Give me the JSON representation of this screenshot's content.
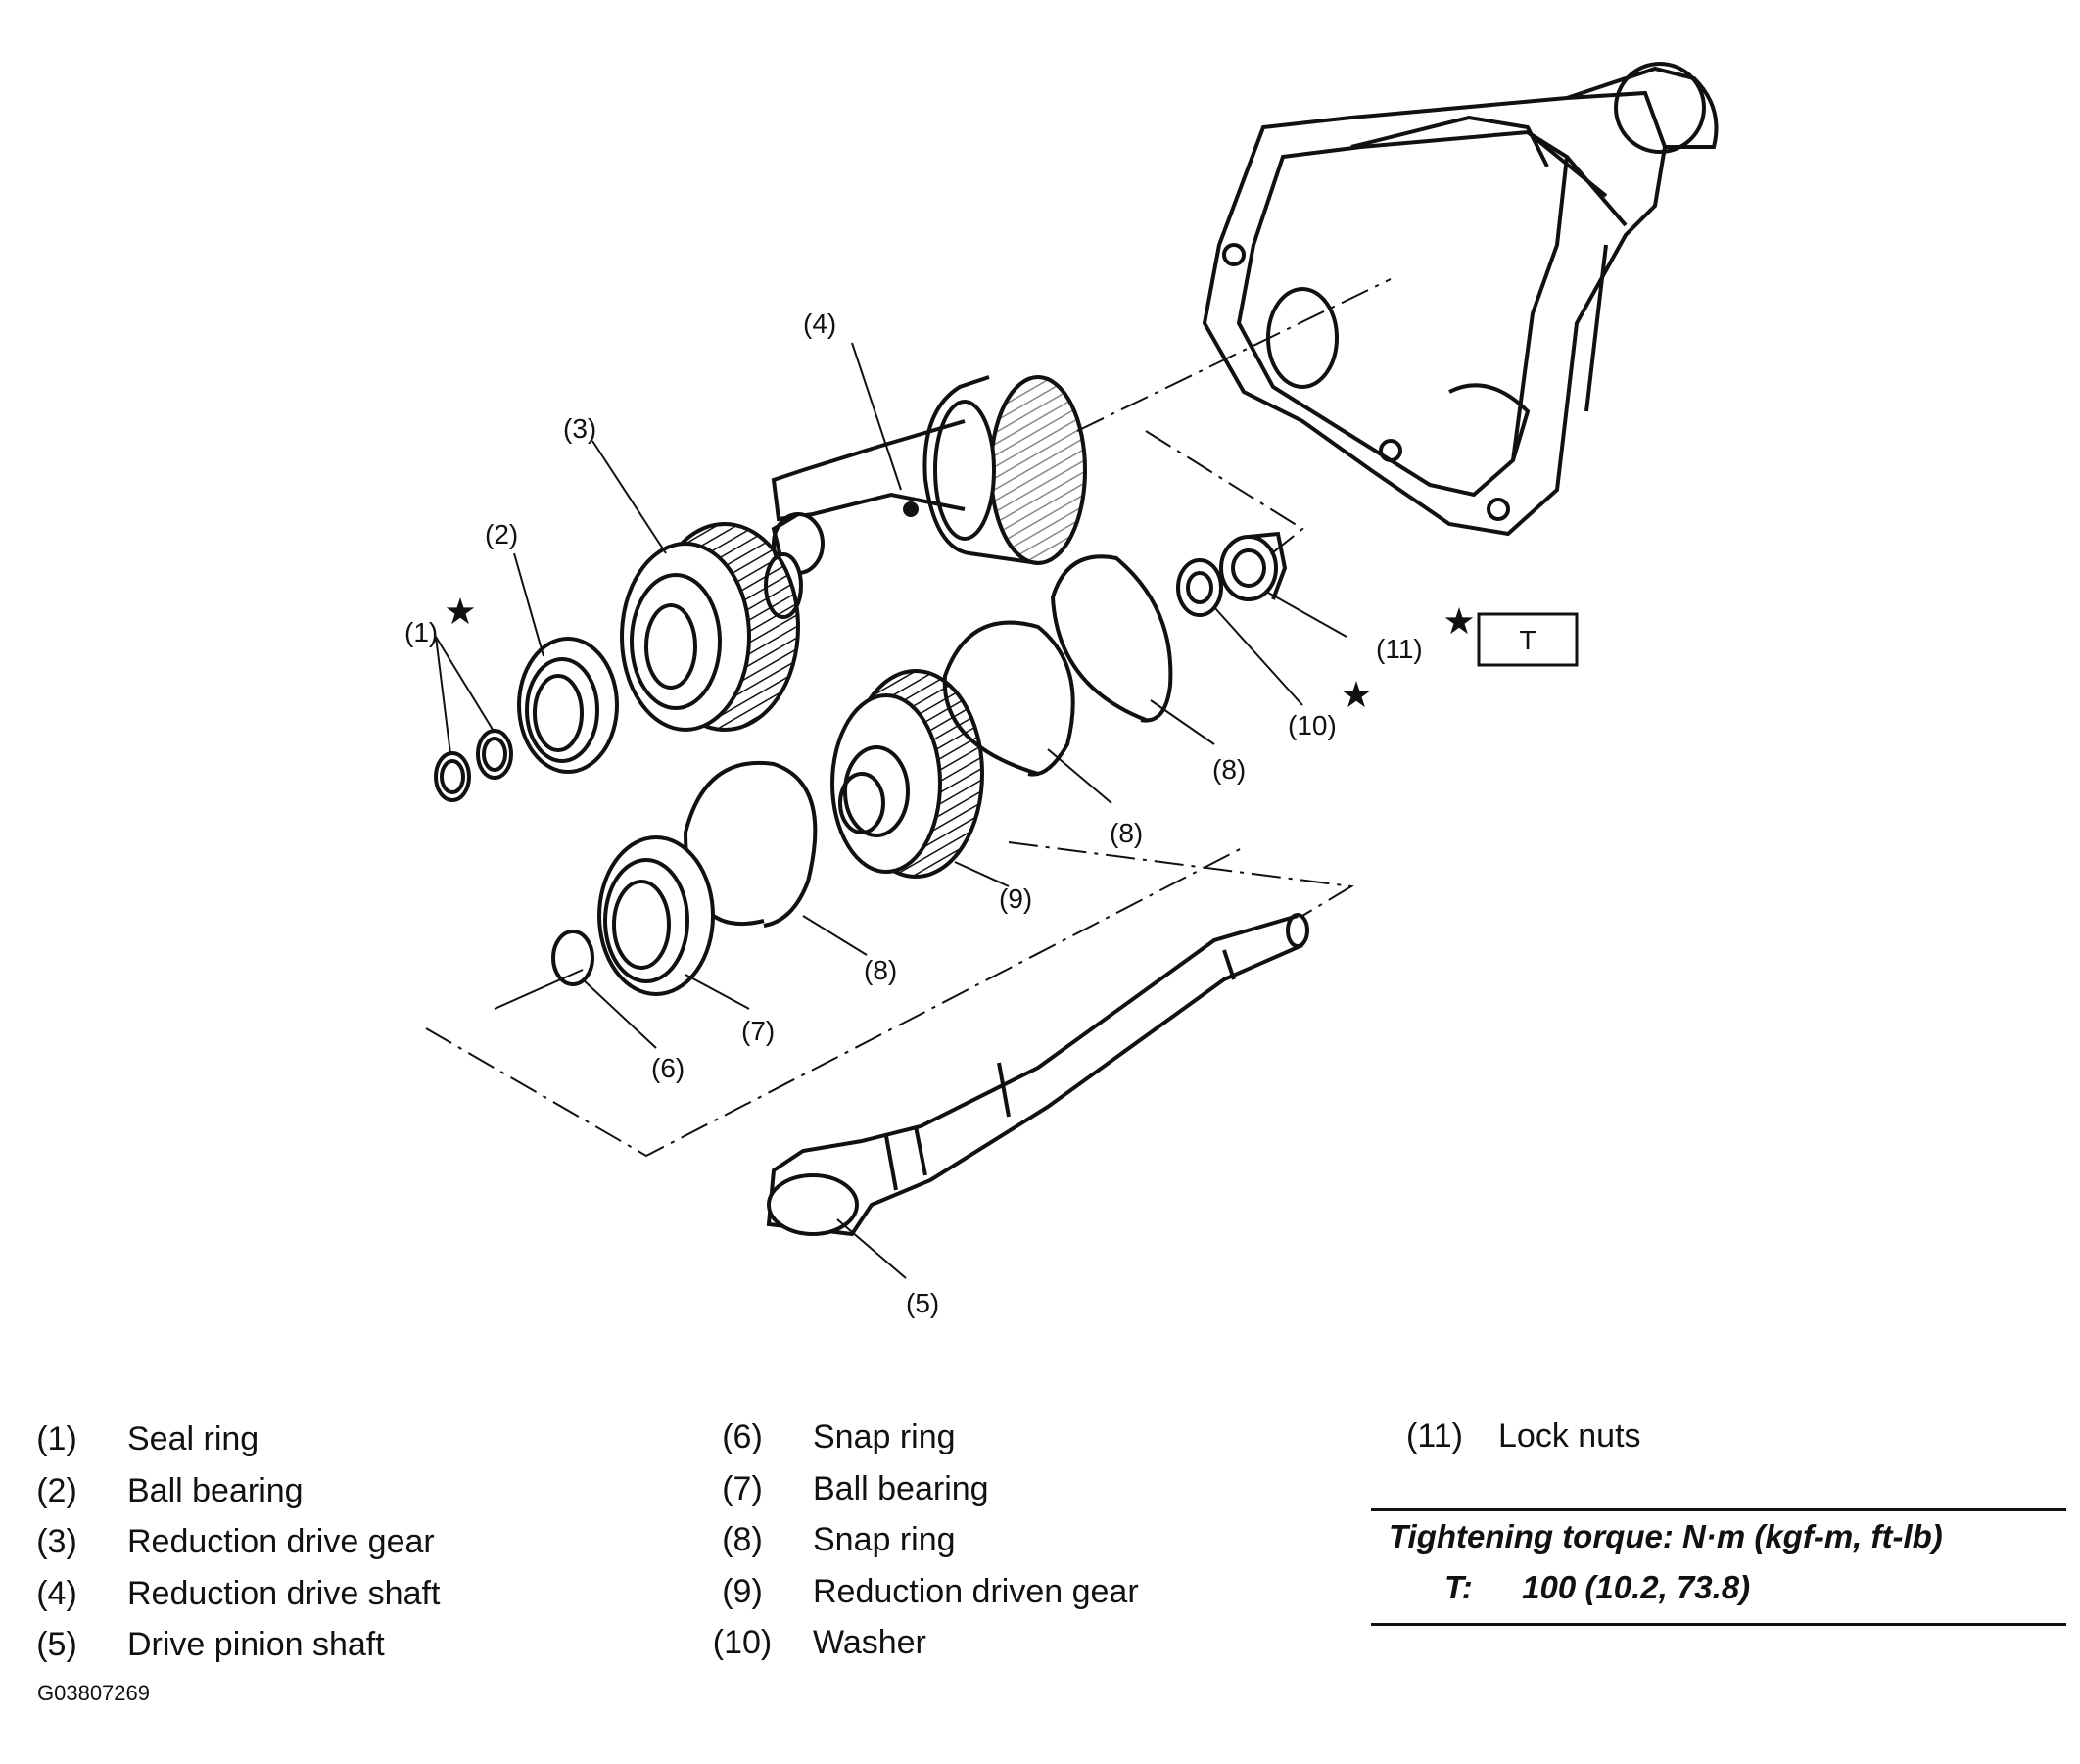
{
  "callouts": {
    "c1": "(1)",
    "c2": "(2)",
    "c3": "(3)",
    "c4": "(4)",
    "c5": "(5)",
    "c6": "(6)",
    "c7": "(7)",
    "c8a": "(8)",
    "c8b": "(8)",
    "c8c": "(8)",
    "c9": "(9)",
    "c10": "(10)",
    "c11": "(11)"
  },
  "torque_marker": "T",
  "legend": [
    {
      "num": "(1)",
      "label": "Seal ring"
    },
    {
      "num": "(2)",
      "label": "Ball bearing"
    },
    {
      "num": "(3)",
      "label": "Reduction drive gear"
    },
    {
      "num": "(4)",
      "label": "Reduction drive shaft"
    },
    {
      "num": "(5)",
      "label": "Drive pinion shaft"
    },
    {
      "num": "(6)",
      "label": "Snap ring"
    },
    {
      "num": "(7)",
      "label": "Ball bearing"
    },
    {
      "num": "(8)",
      "label": "Snap ring"
    },
    {
      "num": "(9)",
      "label": "Reduction driven gear"
    },
    {
      "num": "(10)",
      "label": "Washer"
    },
    {
      "num": "(11)",
      "label": "Lock nuts"
    }
  ],
  "torque": {
    "title": "Tightening torque: N·m (kgf-m, ft-lb)",
    "marker": "T:",
    "value": "100 (10.2, 73.8)"
  },
  "figure_code": "G03807269"
}
